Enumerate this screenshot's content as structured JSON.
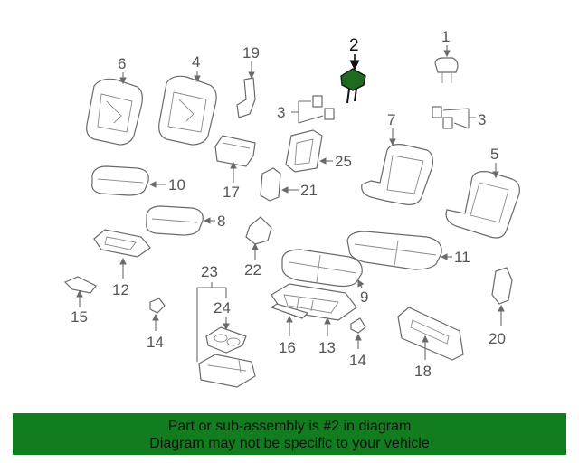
{
  "diagram": {
    "callouts": {
      "c1": "1",
      "c2": "2",
      "c3a": "3",
      "c3b": "3",
      "c4": "4",
      "c5": "5",
      "c6": "6",
      "c7": "7",
      "c8": "8",
      "c9": "9",
      "c10": "10",
      "c11": "11",
      "c12": "12",
      "c13": "13",
      "c14a": "14",
      "c14b": "14",
      "c15": "15",
      "c16": "16",
      "c17": "17",
      "c18": "18",
      "c19": "19",
      "c20": "20",
      "c21": "21",
      "c22": "22",
      "c23": "23",
      "c24": "24",
      "c25": "25"
    },
    "highlighted_part": "2",
    "highlight_color": "#1e6b1e"
  },
  "banner": {
    "line1": "Part or sub-assembly is #2 in diagram",
    "line2": "Diagram may not be specific to your vehicle",
    "background": "#127d1f"
  }
}
